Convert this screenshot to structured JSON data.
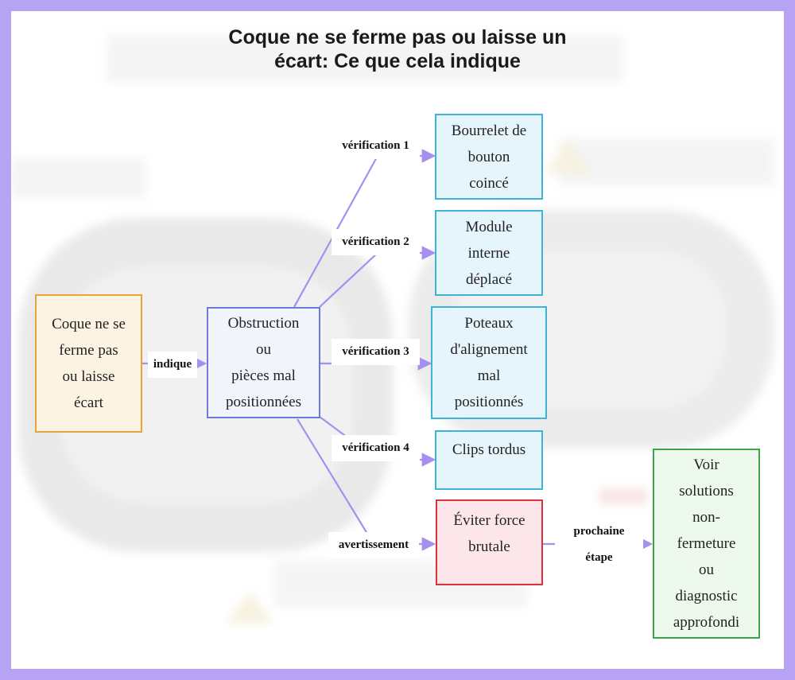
{
  "title": "Coque ne se ferme pas ou laisse un\nécart: Ce que cela indique",
  "colors": {
    "border": "#b7a3f3",
    "edge": "#a58ff0",
    "start": "#e8a43a",
    "hub": "#6f79dc",
    "check": "#3fb2d8",
    "warning": "#d6333f",
    "next": "#3aa54a"
  },
  "nodes": {
    "start": "Coque ne se\nferme pas\nou laisse\nécart",
    "hub": "Obstruction\nou\npièces mal\npositionnées",
    "check1": "Bourrelet de\nbouton\ncoincé",
    "check2": "Module\ninterne\ndéplacé",
    "check3": "Poteaux\nd'alignement\nmal\npositionnés",
    "check4": "Clips tordus",
    "warning": "Éviter force\nbrutale",
    "next": "Voir\nsolutions\nnon-\nfermeture\nou\ndiagnostic\napprofondi"
  },
  "edges": {
    "indique": "indique",
    "v1": "vérification 1",
    "v2": "vérification 2",
    "v3": "vérification 3",
    "v4": "vérification 4",
    "warn": "avertissement",
    "next": "prochaine\nétape"
  }
}
